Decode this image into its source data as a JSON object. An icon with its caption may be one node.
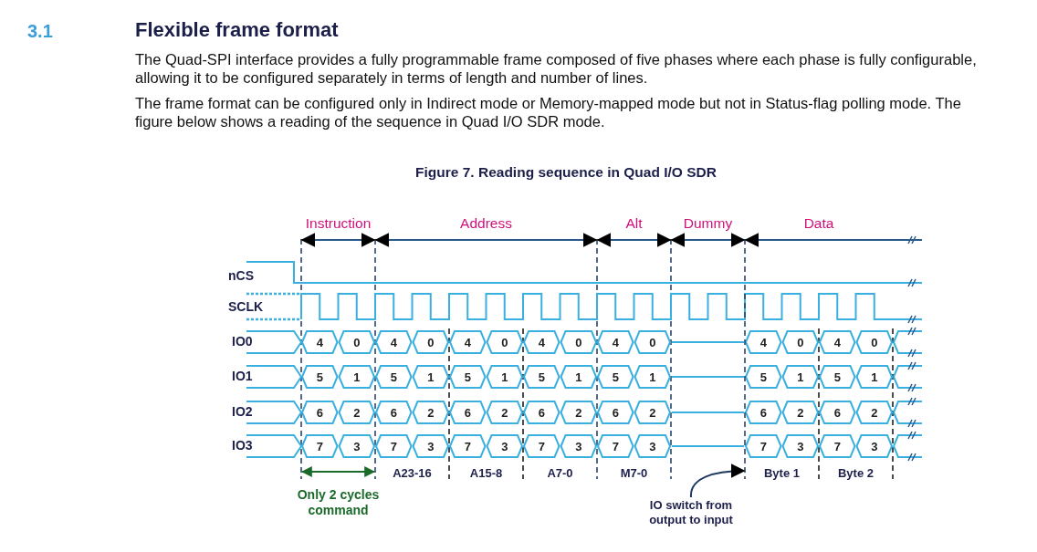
{
  "diagram": {
    "title": "Flexible frame format",
    "caption": "Figure 7. Reading sequence in Quad I/O SDR",
    "nodes": [
      {
        "text": [
          "IO switch from output to input"
        ]
      },
      {
        "text": [],
        "shape": "line"
      }
    ],
    "edges": [
      {
        "from": 0,
        "to": 1,
        "arrow": "to"
      }
    ],
    "labels": [
      "3.1",
      "The Quad-SPI interface provides a fully programmable frame composed of five phases where each phase is fully configurable, allowing it to be configured separately in terms of length and number of lines.",
      "The frame format can be configured only in Indirect mode or Memory-mapped mode but not in Status-flag polling mode. The figure below shows a reading of the sequence in Quad I/O SDR mode.",
      "Instruction",
      "Address",
      "Alt",
      "Dummy",
      "Data",
      "nCS",
      "SCLK",
      "IO0",
      "4",
      "0",
      "4",
      "0",
      "4",
      "0",
      "4",
      "0",
      "4",
      "0",
      "4",
      "0",
      "4",
      "0",
      "IO1",
      "5",
      "1",
      "5",
      "1",
      "5",
      "1",
      "5",
      "1",
      "5",
      "1",
      "5",
      "1",
      "5",
      "1",
      "IO2",
      "6",
      "2",
      "6",
      "2",
      "6",
      "2",
      "6",
      "2",
      "6",
      "2",
      "6",
      "2",
      "6",
      "2",
      "IO3",
      "7",
      "3",
      "7",
      "3",
      "7",
      "3",
      "7",
      "3",
      "7",
      "3",
      "7",
      "3",
      "7",
      "3",
      "A23-16",
      "A15-8",
      "A7-0",
      "M7-0",
      "Byte 1",
      "Byte 2",
      "Only 2 cycles command"
    ]
  }
}
